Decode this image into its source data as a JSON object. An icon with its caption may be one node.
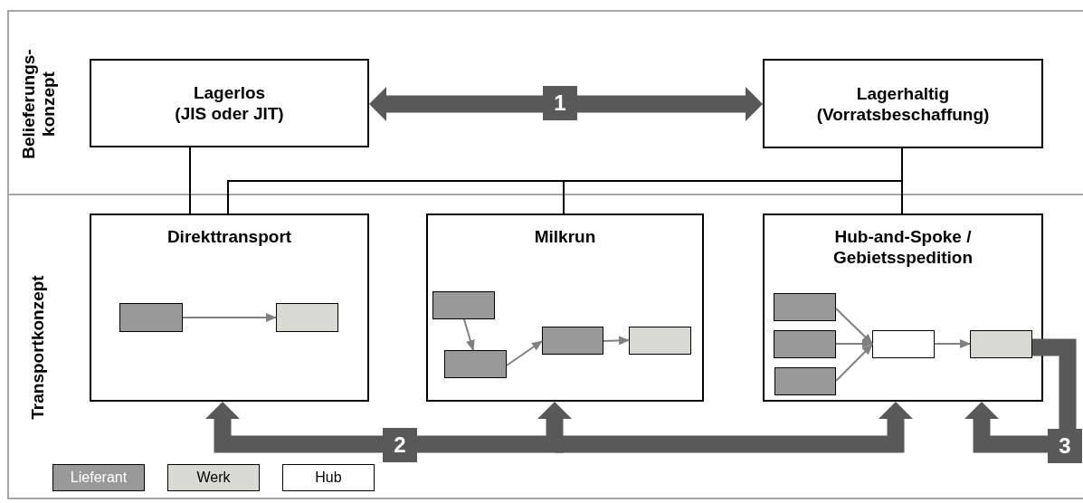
{
  "diagram": {
    "nodes": [
      {
        "text": [
          "Belieferungs- konzept"
        ]
      },
      {
        "text": [
          "Lagerlos",
          "(JIS oder JIT)"
        ],
        "in": 0
      },
      {
        "text": [
          "Lagerhaltig",
          "(Vorratsbeschaffung)"
        ],
        "in": 0
      },
      {
        "text": [
          "Transportkonzept"
        ]
      },
      {
        "text": [
          "Direkttransport"
        ],
        "in": 3
      },
      {
        "text": [],
        "shape": "box",
        "in": 4
      },
      {
        "text": [],
        "shape": "box",
        "in": 4
      },
      {
        "text": [
          "Milkrun"
        ],
        "in": 3
      },
      {
        "text": [],
        "shape": "box",
        "in": 7
      },
      {
        "text": [],
        "shape": "box",
        "in": 7
      },
      {
        "text": [],
        "shape": "box",
        "in": 7
      },
      {
        "text": [],
        "shape": "box",
        "in": 7
      },
      {
        "text": [
          "Hub-and-Spoke / Gebietsspedition"
        ],
        "in": 3
      },
      {
        "text": [],
        "shape": "box",
        "in": 12
      },
      {
        "text": [],
        "shape": "box",
        "in": 12
      },
      {
        "text": [],
        "shape": "box",
        "in": 12
      },
      {
        "text": [],
        "shape": "box",
        "in": 12
      },
      {
        "text": [],
        "shape": "box",
        "in": 12
      }
    ],
    "edges": [
      {
        "from": 1,
        "to": 2,
        "arrow": "both",
        "label": "1",
        "style": "thick",
        "color": "#595959"
      },
      {
        "from": 1,
        "to": 4,
        "arrow": "none",
        "color": "#000000"
      },
      {
        "from": 2,
        "to": 4,
        "arrow": "none",
        "color": "#000000"
      },
      {
        "from": 2,
        "to": 7,
        "arrow": "none",
        "color": "#000000"
      },
      {
        "from": 2,
        "to": 12,
        "arrow": "none",
        "color": "#000000"
      },
      {
        "from": 5,
        "to": 6,
        "arrow": "to",
        "color": "#808080"
      },
      {
        "from": 8,
        "to": 9,
        "arrow": "to",
        "color": "#808080"
      },
      {
        "from": 9,
        "to": 10,
        "arrow": "to",
        "color": "#808080"
      },
      {
        "from": 10,
        "to": 11,
        "arrow": "to",
        "color": "#808080"
      },
      {
        "from": 13,
        "to": 16,
        "arrow": "to",
        "color": "#808080"
      },
      {
        "from": 14,
        "to": 16,
        "arrow": "to",
        "color": "#808080"
      },
      {
        "from": 15,
        "to": 16,
        "arrow": "to",
        "color": "#808080"
      },
      {
        "from": 16,
        "to": 17,
        "arrow": "to",
        "color": "#808080"
      },
      {
        "from": null,
        "to": 4,
        "arrow": "to",
        "label": "2",
        "style": "thick",
        "color": "#595959"
      },
      {
        "from": null,
        "to": 7,
        "arrow": "to",
        "style": "thick",
        "color": "#595959"
      },
      {
        "from": null,
        "to": 12,
        "arrow": "to",
        "style": "thick",
        "color": "#595959"
      },
      {
        "from": 17,
        "to": 12,
        "arrow": "to",
        "label": "3",
        "style": "thick",
        "color": "#595959"
      }
    ],
    "legend": [
      {
        "text": "Lieferant",
        "color": "#999999"
      },
      {
        "text": "Werk",
        "color": "#d9d9d4"
      },
      {
        "text": "Hub",
        "color": "#ffffff"
      }
    ]
  }
}
